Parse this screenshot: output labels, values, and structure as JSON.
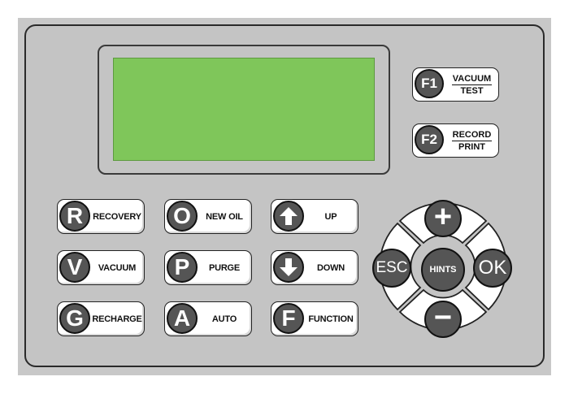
{
  "function_keys": [
    {
      "badge": "F1",
      "top": "VACUUM",
      "bottom": "TEST"
    },
    {
      "badge": "F2",
      "top": "RECORD",
      "bottom": "PRINT"
    }
  ],
  "keys": {
    "recovery": {
      "badge": "R",
      "label": "RECOVERY"
    },
    "vacuum": {
      "badge": "V",
      "label": "VACUUM"
    },
    "recharge": {
      "badge": "G",
      "label": "RECHARGE"
    },
    "new_oil": {
      "badge": "O",
      "label": "NEW OIL"
    },
    "purge": {
      "badge": "P",
      "label": "PURGE"
    },
    "auto": {
      "badge": "A",
      "label": "AUTO"
    },
    "up": {
      "label": "UP",
      "icon": "arrow-up-icon"
    },
    "down": {
      "label": "DOWN",
      "icon": "arrow-down-icon"
    },
    "function": {
      "badge": "F",
      "label": "FUNCTION"
    }
  },
  "navigation": {
    "plus": "+",
    "minus": "−",
    "esc": "ESC",
    "ok": "OK",
    "hints": "HINTS"
  },
  "colors": {
    "lcd": "#7fc65a",
    "panel": "#c4c4c4",
    "badge": "#555555",
    "key_face": "#ffffff"
  }
}
